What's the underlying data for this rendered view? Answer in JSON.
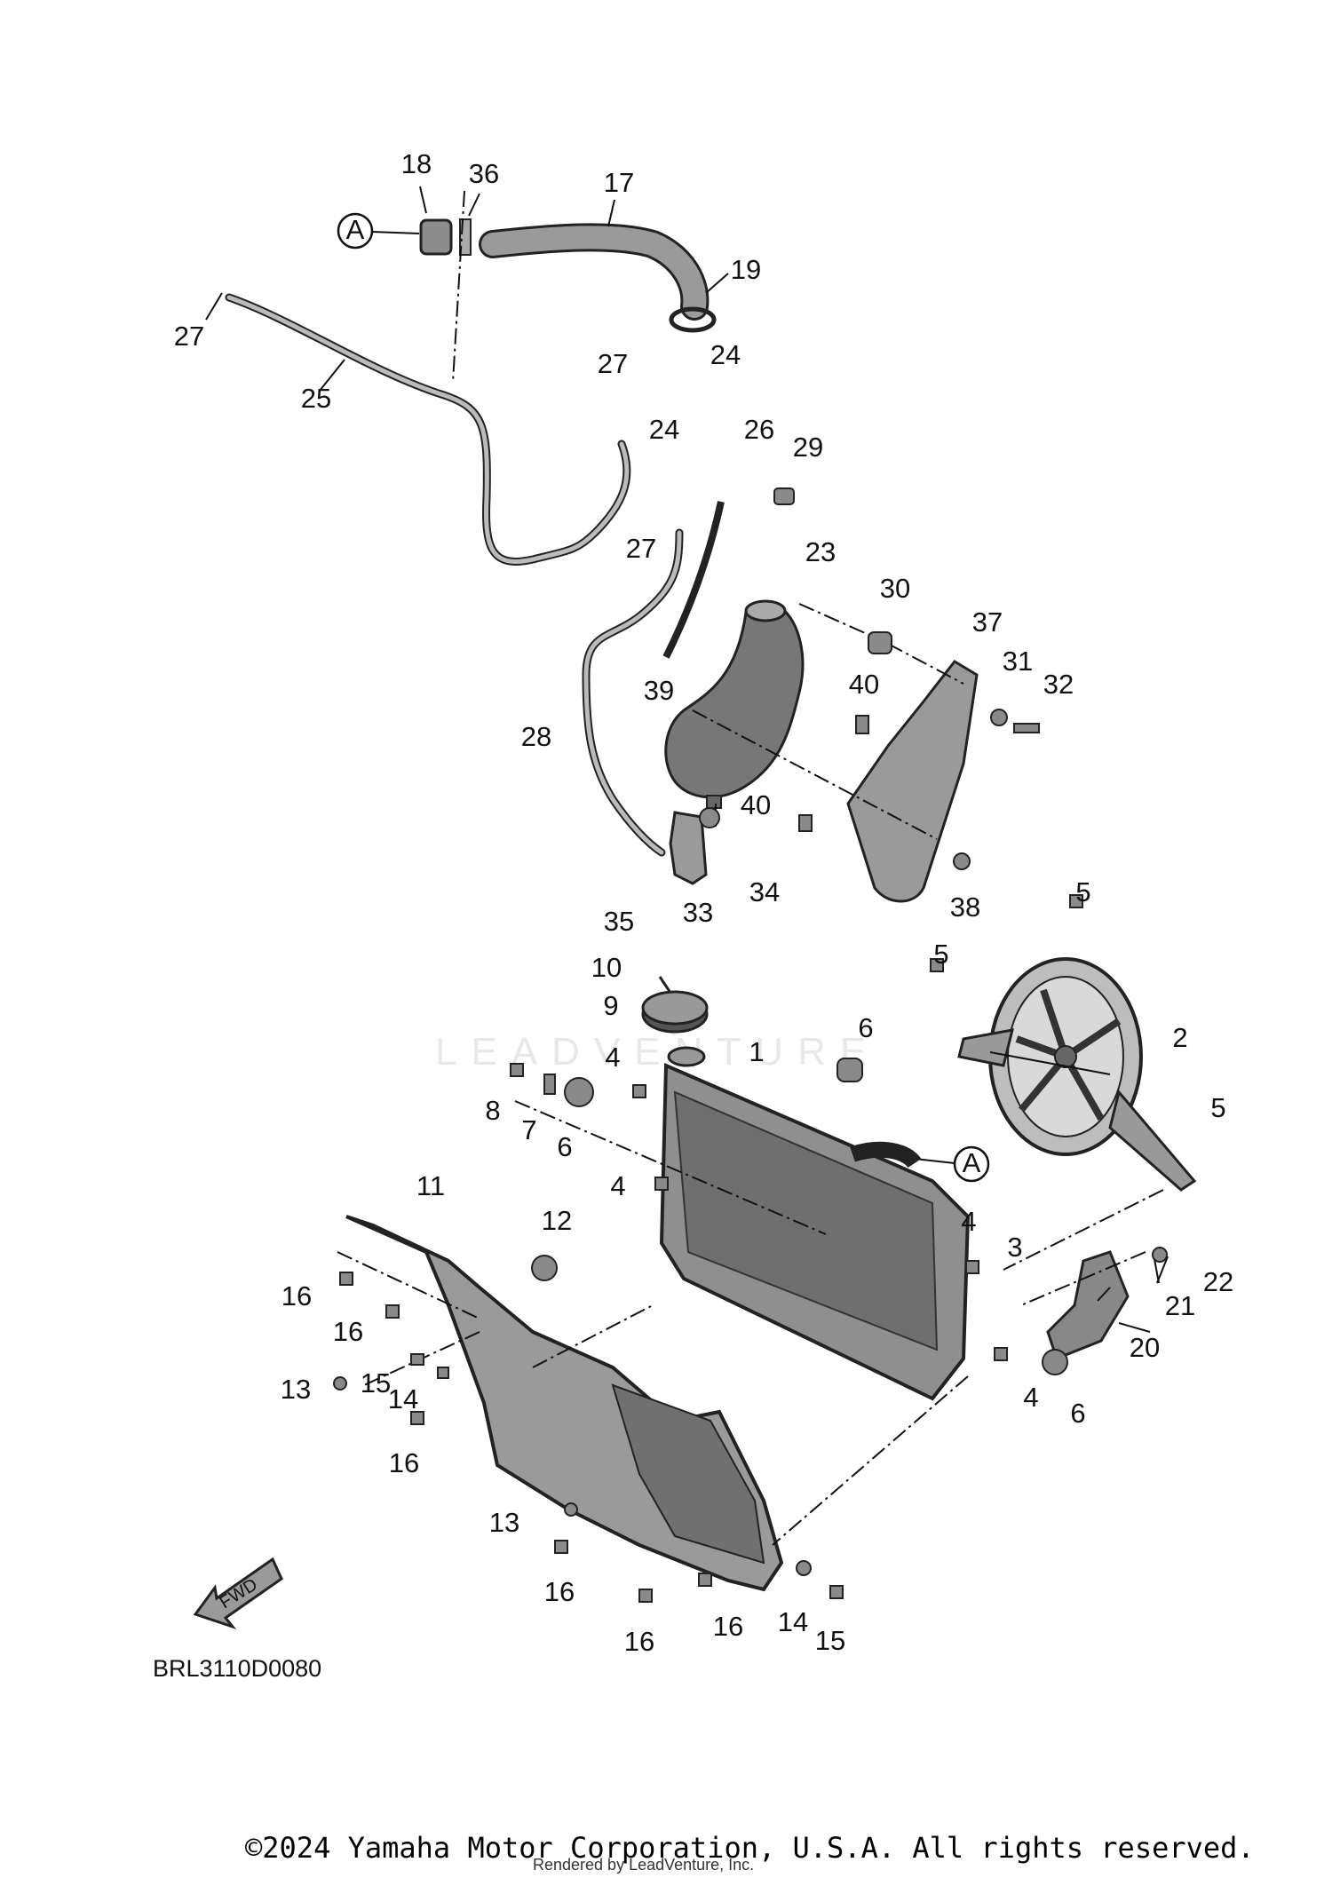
{
  "diagram": {
    "drawing_code": "BRL3110D0080",
    "watermark": "LEADVENTURE",
    "fwd_label": "FWD",
    "connector_label": "A",
    "copyright": "©2024 Yamaha Motor Corporation, U.S.A. All rights reserved.",
    "rendered_by": "Rendered by LeadVenture, Inc.",
    "callouts": [
      "18",
      "36",
      "17",
      "19",
      "27",
      "25",
      "27",
      "24",
      "24",
      "26",
      "29",
      "27",
      "23",
      "30",
      "37",
      "31",
      "32",
      "39",
      "40",
      "28",
      "40",
      "35",
      "34",
      "33",
      "38",
      "5",
      "10",
      "5",
      "9",
      "6",
      "1",
      "2",
      "4",
      "8",
      "7",
      "6",
      "5",
      "11",
      "4",
      "12",
      "4",
      "3",
      "22",
      "16",
      "21",
      "16",
      "20",
      "13",
      "15",
      "14",
      "4",
      "6",
      "16",
      "13",
      "16",
      "16",
      "14",
      "15",
      "16"
    ]
  }
}
